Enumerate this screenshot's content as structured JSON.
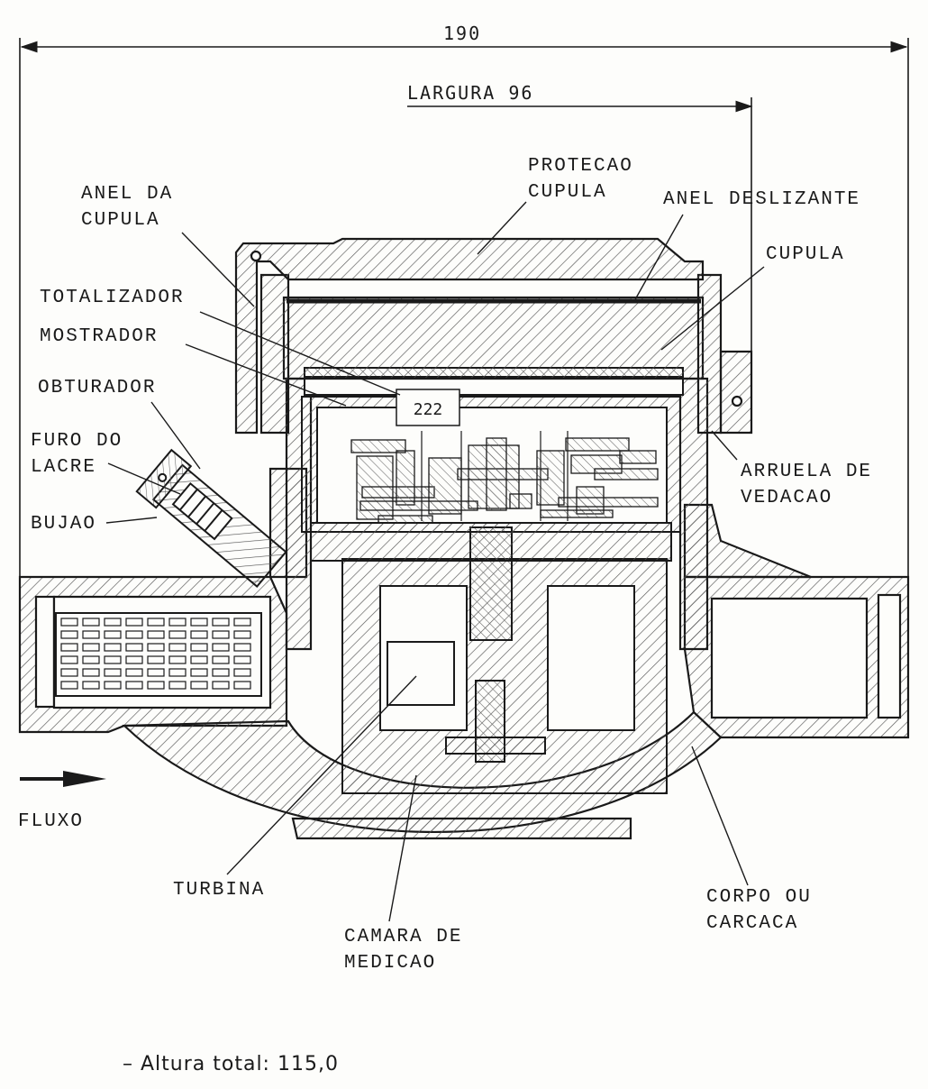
{
  "dimensions": {
    "overall_length": "190",
    "width": "LARGURA 96"
  },
  "labels": {
    "protecao_cupula": "PROTECAO\nCUPULA",
    "anel_da_cupula": "ANEL DA\nCUPULA",
    "anel_deslizante": "ANEL DESLIZANTE",
    "cupula": "CUPULA",
    "totalizador": "TOTALIZADOR",
    "mostrador": "MOSTRADOR",
    "obturador": "OBTURADOR",
    "furo_do_lacre": "FURO DO\nLACRE",
    "bujao": "BUJAO",
    "arruela_de_vedacao": "ARRUELA DE\nVEDACAO",
    "fluxo": "FLUXO",
    "turbina": "TURBINA",
    "corpo_ou_carcaca": "CORPO OU\nCARCACA",
    "camara_de_medicao": "CAMARA DE\nMEDICAO"
  },
  "counter_digits": "222",
  "note": "–  Altura  total:  115,0",
  "colors": {
    "line": "#1a1a1a",
    "hatch": "#555555",
    "background": "#fdfdfb"
  }
}
